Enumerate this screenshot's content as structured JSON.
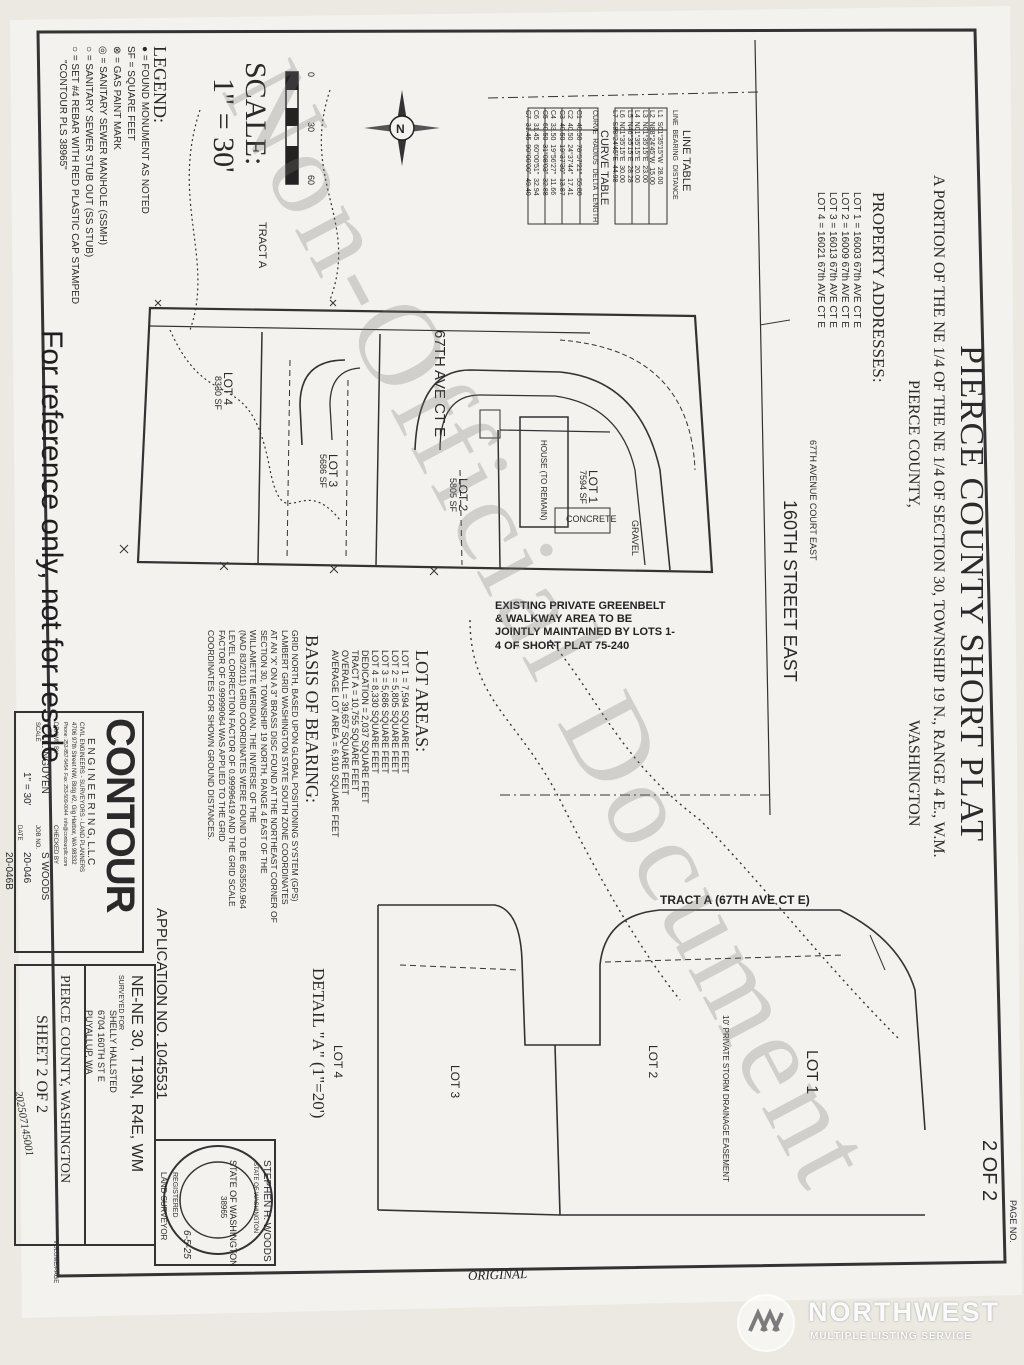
{
  "title": {
    "main": "PIERCE COUNTY SHORT PLAT",
    "line1": "A PORTION OF THE NE 1/4 OF THE NE 1/4 OF SECTION 30, TOWNSHIP 19 N., RANGE 4 E., W.M.",
    "line2": "PIERCE COUNTY,",
    "line3": "WASHINGTON",
    "page_no_label": "PAGE NO.",
    "page_no": "2 OF 2"
  },
  "property_addresses": {
    "heading": "PROPERTY ADDRESSES:",
    "items": [
      "LOT 1 = 16003 67th AVE CT E",
      "LOT 2 = 16009 67th AVE CT E",
      "LOT 3 = 16013 67th AVE CT E",
      "LOT 4 = 16021 67th AVE CT E"
    ]
  },
  "line_table": {
    "title": "LINE TABLE",
    "headers": [
      "LINE",
      "BEARING",
      "DISTANCE"
    ],
    "rows": [
      [
        "L1",
        "S01°35'15\"W",
        "28.00"
      ],
      [
        "L2",
        "N88°24'45\"W",
        "15.00"
      ],
      [
        "L3",
        "N01°35'15\"E",
        "23.00"
      ],
      [
        "L4",
        "N01°35'15\"E",
        "20.00"
      ],
      [
        "L5",
        "N46°35'15\"E",
        "28.28"
      ],
      [
        "L6",
        "N01°35'15\"E",
        "30.00"
      ],
      [
        "L7",
        "S88°24'45\"E",
        "44.98"
      ]
    ]
  },
  "curve_table": {
    "title": "CURVE TABLE",
    "headers": [
      "CURVE",
      "RADIUS",
      "DELTA",
      "LENGTH"
    ],
    "rows": [
      [
        "C1",
        "40.50",
        "78°57'21\"",
        "55.80"
      ],
      [
        "C2",
        "40.50",
        "24°37'44\"",
        "17.41"
      ],
      [
        "C3",
        "40.50",
        "19°37'30\"",
        "13.87"
      ],
      [
        "C4",
        "33.50",
        "19°56'27\"",
        "11.66"
      ],
      [
        "C5",
        "60.50",
        "31°08'03\"",
        "32.88"
      ],
      [
        "C6",
        "31.45",
        "60°00'51\"",
        "32.94"
      ],
      [
        "C7",
        "31.45",
        "90°00'00\"",
        "49.40"
      ]
    ]
  },
  "streets": {
    "court": "67TH AVE CT E",
    "court_label": "67TH AVENUE COURT EAST",
    "street": "160TH STREET EAST"
  },
  "legend": {
    "heading": "LEGEND:",
    "items": [
      "● = FOUND MONUMENT AS NOTED",
      "SF = SQUARE FEET",
      "⊗ = GAS PAINT MARK",
      "◎ = SANITARY SEWER MANHOLE (SSMH)",
      "○ = SANITARY SEWER STUB OUT (SS STUB)",
      "○ = SET #4 REBAR WITH RED PLASTIC CAP STAMPED",
      "\"CONTOUR PLS 38965\""
    ]
  },
  "scale": {
    "label": "SCALE:",
    "value": "1\" = 30'",
    "ticks": [
      "0",
      "30",
      "60"
    ]
  },
  "lots": {
    "lot1": {
      "name": "LOT 1",
      "area": "7594 SF"
    },
    "lot2": {
      "name": "LOT 2",
      "area": "5805 SF"
    },
    "lot3": {
      "name": "LOT 3",
      "area": "5686 SF"
    },
    "lot4": {
      "name": "LOT 4",
      "area": "8330 SF"
    }
  },
  "tract_a": "TRACT A",
  "house": "HOUSE (TO REMAIN)",
  "concrete": "CONCRETE",
  "gravel": "GRAVEL",
  "greenbelt": "EXISTING PRIVATE GREENBELT & WALKWAY AREA TO BE JOINTLY MAINTAINED BY LOTS 1-4 OF SHORT PLAT 75-240",
  "lot_areas": {
    "heading": "LOT AREAS:",
    "items": [
      "LOT 1 = 7,594 SQUARE FEET",
      "LOT 2 = 5,805 SQUARE FEET",
      "LOT 3 = 5,686 SQUARE FEET",
      "LOT 4 = 8,330 SQUARE FEET",
      "DEDICATION = 2,037 SQUARE FEET",
      "TRACT A = 10,755 SQUARE FEET",
      "OVERALL = 39,657 SQUARE FEET",
      "AVERAGE LOT AREA = 6,910 SQUARE FEET"
    ]
  },
  "basis_of_bearing": {
    "heading": "BASIS OF BEARING:",
    "text": [
      "GRID NORTH, BASED UPON GLOBAL POSITIONING SYSTEM (GPS)",
      "LAMBERT GRID WASHINGTON STATE SOUTH ZONE COORDINATES",
      "AT AN 'X' ON A 3\" BRASS DISC FOUND AT THE NORTHEAST CORNER OF",
      "SECTION 30, TOWNSHIP 19 NORTH, RANGE 4 EAST OF THE",
      "WILLAMETTE MERIDIAN. THE INVERSE OF THE",
      "(NAD 83/2011) GRID COORDINATES WERE FOUND TO BE 653550.964",
      "LEVEL CORRECTION FACTOR OF 0.99996419 AND THE GRID SCALE",
      "FACTOR OF 0.99999064 WAS APPLIED TO THE GRID",
      "COORDINATES FOR SHOWN GROUND DISTANCES."
    ]
  },
  "detail": {
    "title": "DETAIL \"A\" (1\"=20')",
    "tract": "TRACT A (67TH AVE CT E)",
    "lot1": "LOT 1",
    "lot2": "LOT 2",
    "lot3": "LOT 3",
    "lot4": "LOT 4",
    "easement": "10' PRIVATE STORM DRAINAGE EASEMENT"
  },
  "application": "APPLICATION NO. 1045531",
  "title_block": {
    "index": "NE-NE 30, T19N, R4E, WM",
    "surveyed_for": "SURVEYED FOR",
    "client": [
      "SHELLY HALLSTED",
      "6704 160TH ST E",
      "PUYALLUP, WA"
    ],
    "county": "PIERCE COUNTY, WASHINGTON",
    "sheet": "SHEET 2 OF 2",
    "recording": "202507145001",
    "volume_page": "VOLUME/PAGE"
  },
  "firm": {
    "name": "CONTOUR",
    "sub": "E N G I N E E R I N G, L.L.C",
    "desc": "CIVIL ENGINEERS - SURVEYORS - LAND PLANNERS",
    "address": "4706 97th Street NW, Bldg #2, Gig Harbor, WA 98332",
    "phone": "Phone: 253-857-5454  Fax: 253-509-0044  info@contourpllc.com",
    "drawn_by": "DRAWN BY",
    "drawn": "L. NGUYEN",
    "checked_by": "CHECKED BY",
    "checked": "S WOODS",
    "scale_label": "SCALE",
    "scale": "1\" = 30'",
    "job_label": "JOB NO.",
    "job": "20-046",
    "date_label": "DATE",
    "date": "20-046B"
  },
  "seal": {
    "name": "STEPHEN H. WOODS",
    "state": "STATE OF WASHINGTON",
    "reg": "REGISTERED",
    "role": "LAND SURVEYOR",
    "no": "38965",
    "date": "6-5-25"
  },
  "original_note": "ORIGINAL",
  "watermark": "Non-Official Document",
  "reference_note": "For reference only, not for resale",
  "mls": {
    "name": "NORTHWEST",
    "tagline": "MULTIPLE LISTING SERVICE"
  }
}
